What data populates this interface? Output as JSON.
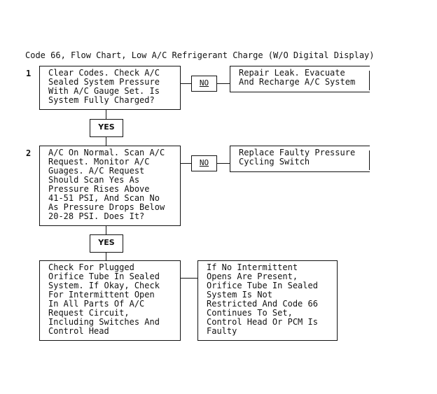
{
  "diagram": {
    "title": "Code 66, Flow Chart, Low A/C Refrigerant Charge (W/O Digital Display)",
    "steps": [
      {
        "number": "1",
        "question": "Clear Codes. Check A/C\nSealed System Pressure\nWith A/C Gauge Set. Is\nSystem Fully Charged?",
        "no_label": "NO",
        "no_action": "Repair Leak. Evacuate\nAnd Recharge A/C System",
        "yes_label": "YES"
      },
      {
        "number": "2",
        "question": "A/C On Normal. Scan A/C\nRequest. Monitor A/C\nGuages. A/C Request\nShould Scan Yes As\nPressure Rises Above\n41-51 PSI, And Scan No\nAs Pressure Drops Below\n20-28 PSI. Does It?",
        "no_label": "NO",
        "no_action": "Replace Faulty Pressure\nCycling Switch",
        "yes_label": "YES"
      }
    ],
    "final_check": "Check For Plugged\nOrifice Tube In Sealed\nSystem. If Okay, Check\nFor Intermittent Open\nIn All Parts Of A/C\nRequest Circuit,\nIncluding Switches And\nControl Head",
    "final_result": "If No Intermittent\nOpens Are Present,\nOrifice Tube In Sealed\nSystem Is Not\nRestricted And Code 66\nContinues To Set,\nControl Head Or PCM Is\nFaulty"
  }
}
